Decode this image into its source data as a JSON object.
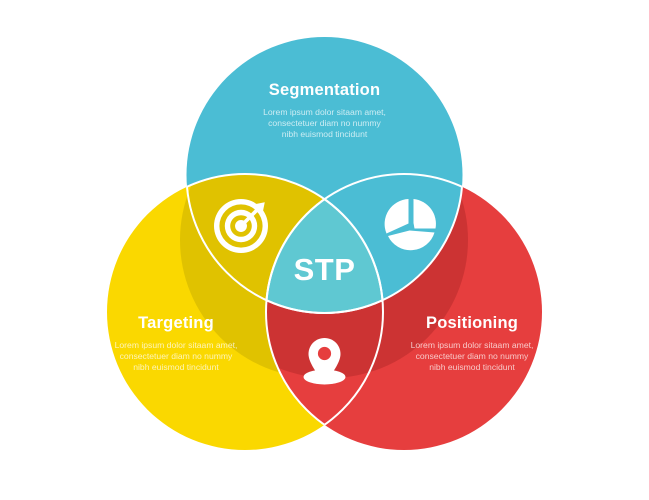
{
  "diagram": {
    "type": "venn-three-circle",
    "center_label": "STP",
    "background_color": "#ffffff"
  },
  "colors": {
    "segmentation": "#4BBDD4",
    "segmentation_shadow": "#3FA8BD",
    "targeting": "#FAD800",
    "targeting_shadow": "#E0C200",
    "positioning": "#E63E3E",
    "positioning_shadow": "#CC3333",
    "center": "#5FC8D2",
    "text": "#ffffff",
    "separator": "#ffffff"
  },
  "lobes": [
    {
      "id": "segmentation",
      "title": "Segmentation",
      "desc_line1": "Lorem ipsum dolor sitaam amet,",
      "desc_line2": "consectetuer diam no nummy",
      "desc_line3": "nibh euismod tincidunt"
    },
    {
      "id": "targeting",
      "title": "Targeting",
      "desc_line1": "Lorem ipsum dolor sitaam amet,",
      "desc_line2": "consectetuer diam no nummy",
      "desc_line3": "nibh euismod tincidunt"
    },
    {
      "id": "positioning",
      "title": "Positioning",
      "desc_line1": "Lorem ipsum dolor sitaam amet,",
      "desc_line2": "consectetuer diam no nummy",
      "desc_line3": "nibh euismod tincidunt"
    }
  ],
  "icons": [
    {
      "id": "target-icon",
      "name": "target-bullseye-arrow-icon",
      "region": "targeting-segmentation-overlap"
    },
    {
      "id": "piechart-icon",
      "name": "pie-chart-people-icon",
      "region": "segmentation-positioning-overlap"
    },
    {
      "id": "mappin-icon",
      "name": "map-pin-icon",
      "region": "positioning-targeting-overlap"
    }
  ]
}
